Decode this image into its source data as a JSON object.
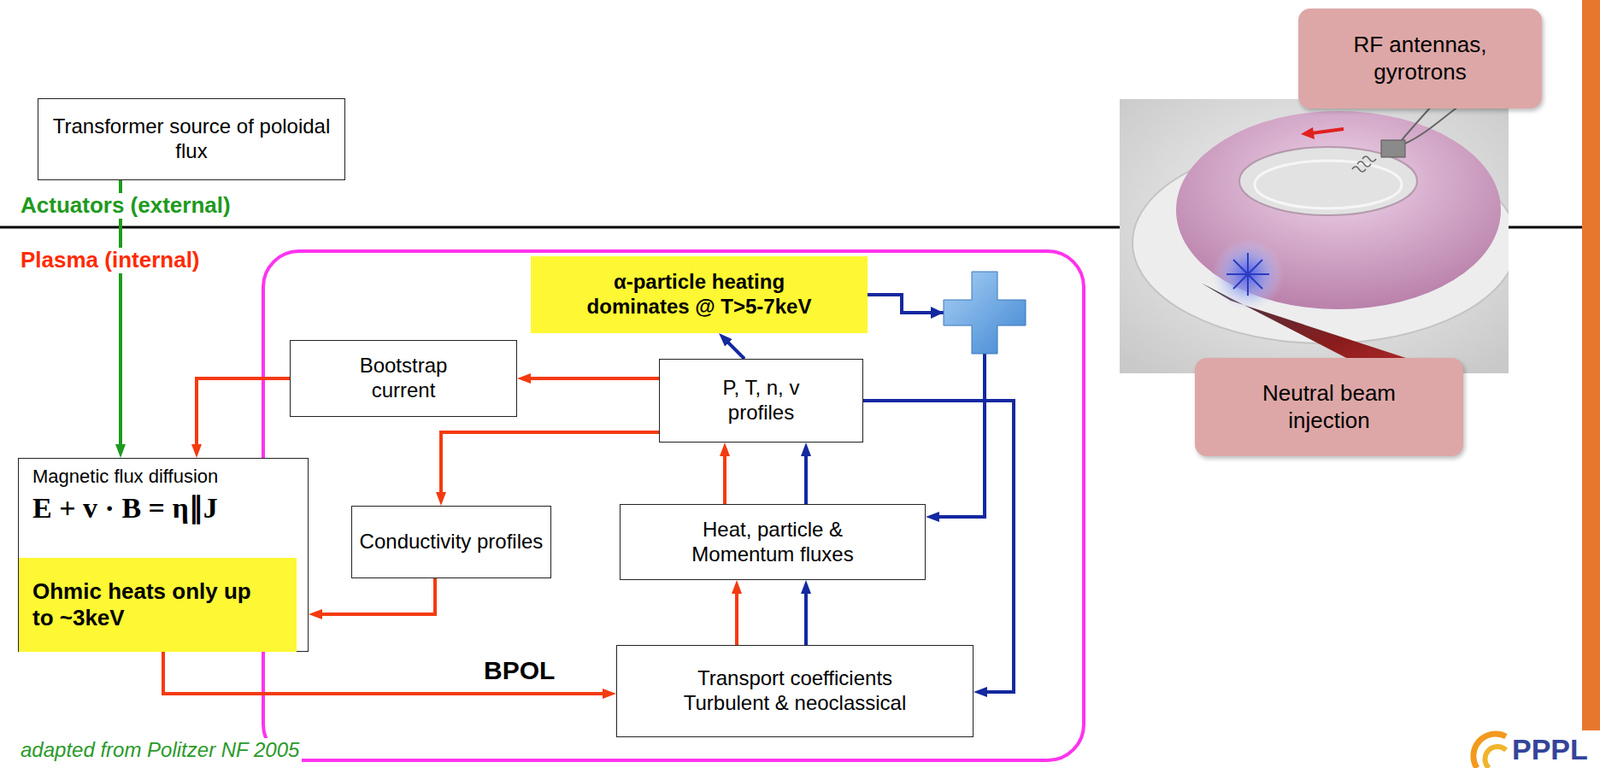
{
  "diagram": {
    "nodes": [
      {
        "text": [
          "Transformer source of poloidal flux"
        ]
      },
      {
        "text": [
          "Magnetic flux diffusion",
          "E + v · B = η∥J"
        ]
      },
      {
        "text": [
          "Ohmic heats only up to ~3keV"
        ],
        "in": 1
      },
      {
        "text": [
          "α-particle heating dominates @ T>5-7keV"
        ]
      },
      {
        "text": [
          "Bootstrap current"
        ]
      },
      {
        "text": [
          "P, T, n, v profiles"
        ]
      },
      {
        "text": [
          "Conductivity profiles"
        ]
      },
      {
        "text": [
          "Heat, particle & Momentum fluxes"
        ]
      },
      {
        "text": [
          "Transport coefficients Turbulent & neoclassical"
        ]
      },
      {
        "text": [
          "RF antennas, gyrotrons"
        ]
      },
      {
        "text": [
          "Neutral beam injection"
        ]
      }
    ],
    "edges": [
      {
        "from": 0,
        "to": 1,
        "arrow": "to"
      },
      {
        "from": 4,
        "to": 1,
        "arrow": "to"
      },
      {
        "from": 5,
        "to": 4,
        "arrow": "to"
      },
      {
        "from": 5,
        "to": 3,
        "arrow": "to"
      },
      {
        "from": 5,
        "to": 6,
        "arrow": "to"
      },
      {
        "from": 6,
        "to": 1,
        "arrow": "to"
      },
      {
        "from": 1,
        "to": 8,
        "arrow": "to",
        "label": "BPOL"
      },
      {
        "from": 8,
        "to": 7,
        "arrow": "to"
      },
      {
        "from": 8,
        "to": 7,
        "arrow": "to"
      },
      {
        "from": 7,
        "to": 5,
        "arrow": "to"
      },
      {
        "from": 7,
        "to": 5,
        "arrow": "to"
      },
      {
        "from": 5,
        "to": 8,
        "arrow": "to"
      },
      {
        "from": 3,
        "to": 7,
        "arrow": "to"
      }
    ],
    "labels": [
      "Actuators (external)",
      "Plasma (internal)",
      "adapted from Politzer NF 2005",
      "PPPL"
    ]
  }
}
